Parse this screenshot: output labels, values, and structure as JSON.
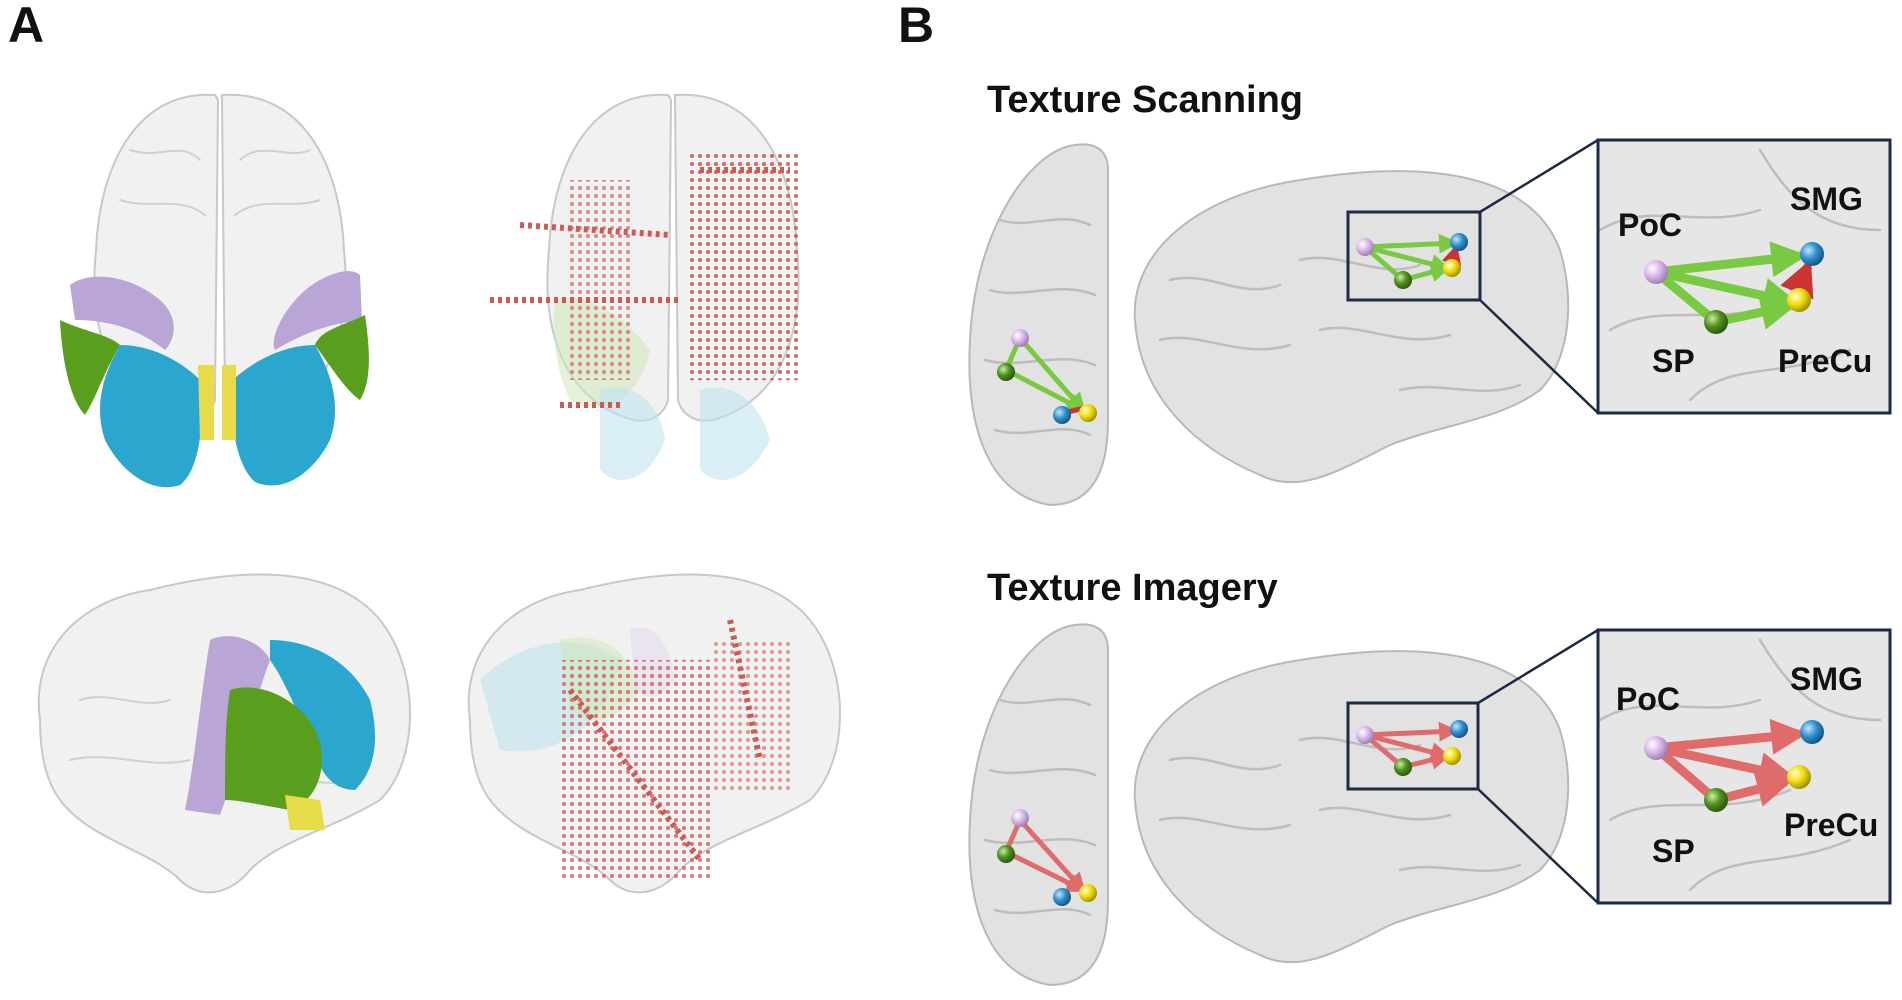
{
  "panels": {
    "A": {
      "letter": "A",
      "region_colors": {
        "PoC": "#b9a6d6",
        "SMG": "#2aa6cf",
        "SP": "#5a9e1e",
        "PreCu": "#e6dc4a"
      },
      "electrode_color": "#cc5a55"
    },
    "B": {
      "letter": "B",
      "conditions": [
        {
          "title": "Texture Scanning",
          "edge_color": "#7ac943",
          "extra_edge_color": "#cc3333",
          "labels": {
            "PoC": "PoC",
            "SMG": "SMG",
            "SP": "SP",
            "PreCu": "PreCu"
          }
        },
        {
          "title": "Texture Imagery",
          "edge_color": "#e06b6b",
          "labels": {
            "PoC": "PoC",
            "SMG": "SMG",
            "SP": "SP",
            "PreCu": "PreCu"
          }
        }
      ],
      "node_colors": {
        "PoC": "#d9b6e8",
        "SMG": "#2f8fcf",
        "SP": "#4f8f1f",
        "PreCu": "#f0dc10"
      }
    }
  }
}
